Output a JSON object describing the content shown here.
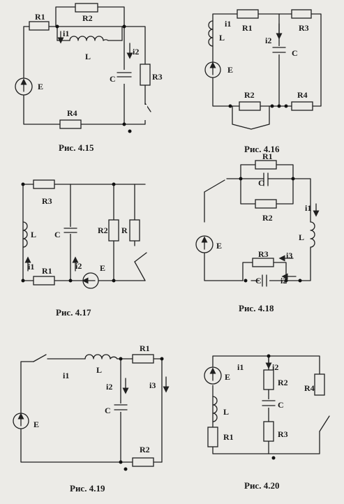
{
  "captions": {
    "fig415": "Рис. 4.15",
    "fig416": "Рис. 4.16",
    "fig417": "Рис. 4.17",
    "fig418": "Рис. 4.18",
    "fig419": "Рис. 4.19",
    "fig420": "Рис. 4.20"
  },
  "labels": {
    "R": "R",
    "R1": "R1",
    "R2": "R2",
    "R3": "R3",
    "R4": "R4",
    "L": "L",
    "C": "C",
    "E": "E",
    "i1": "i1",
    "i2": "i2",
    "i3": "i3"
  }
}
